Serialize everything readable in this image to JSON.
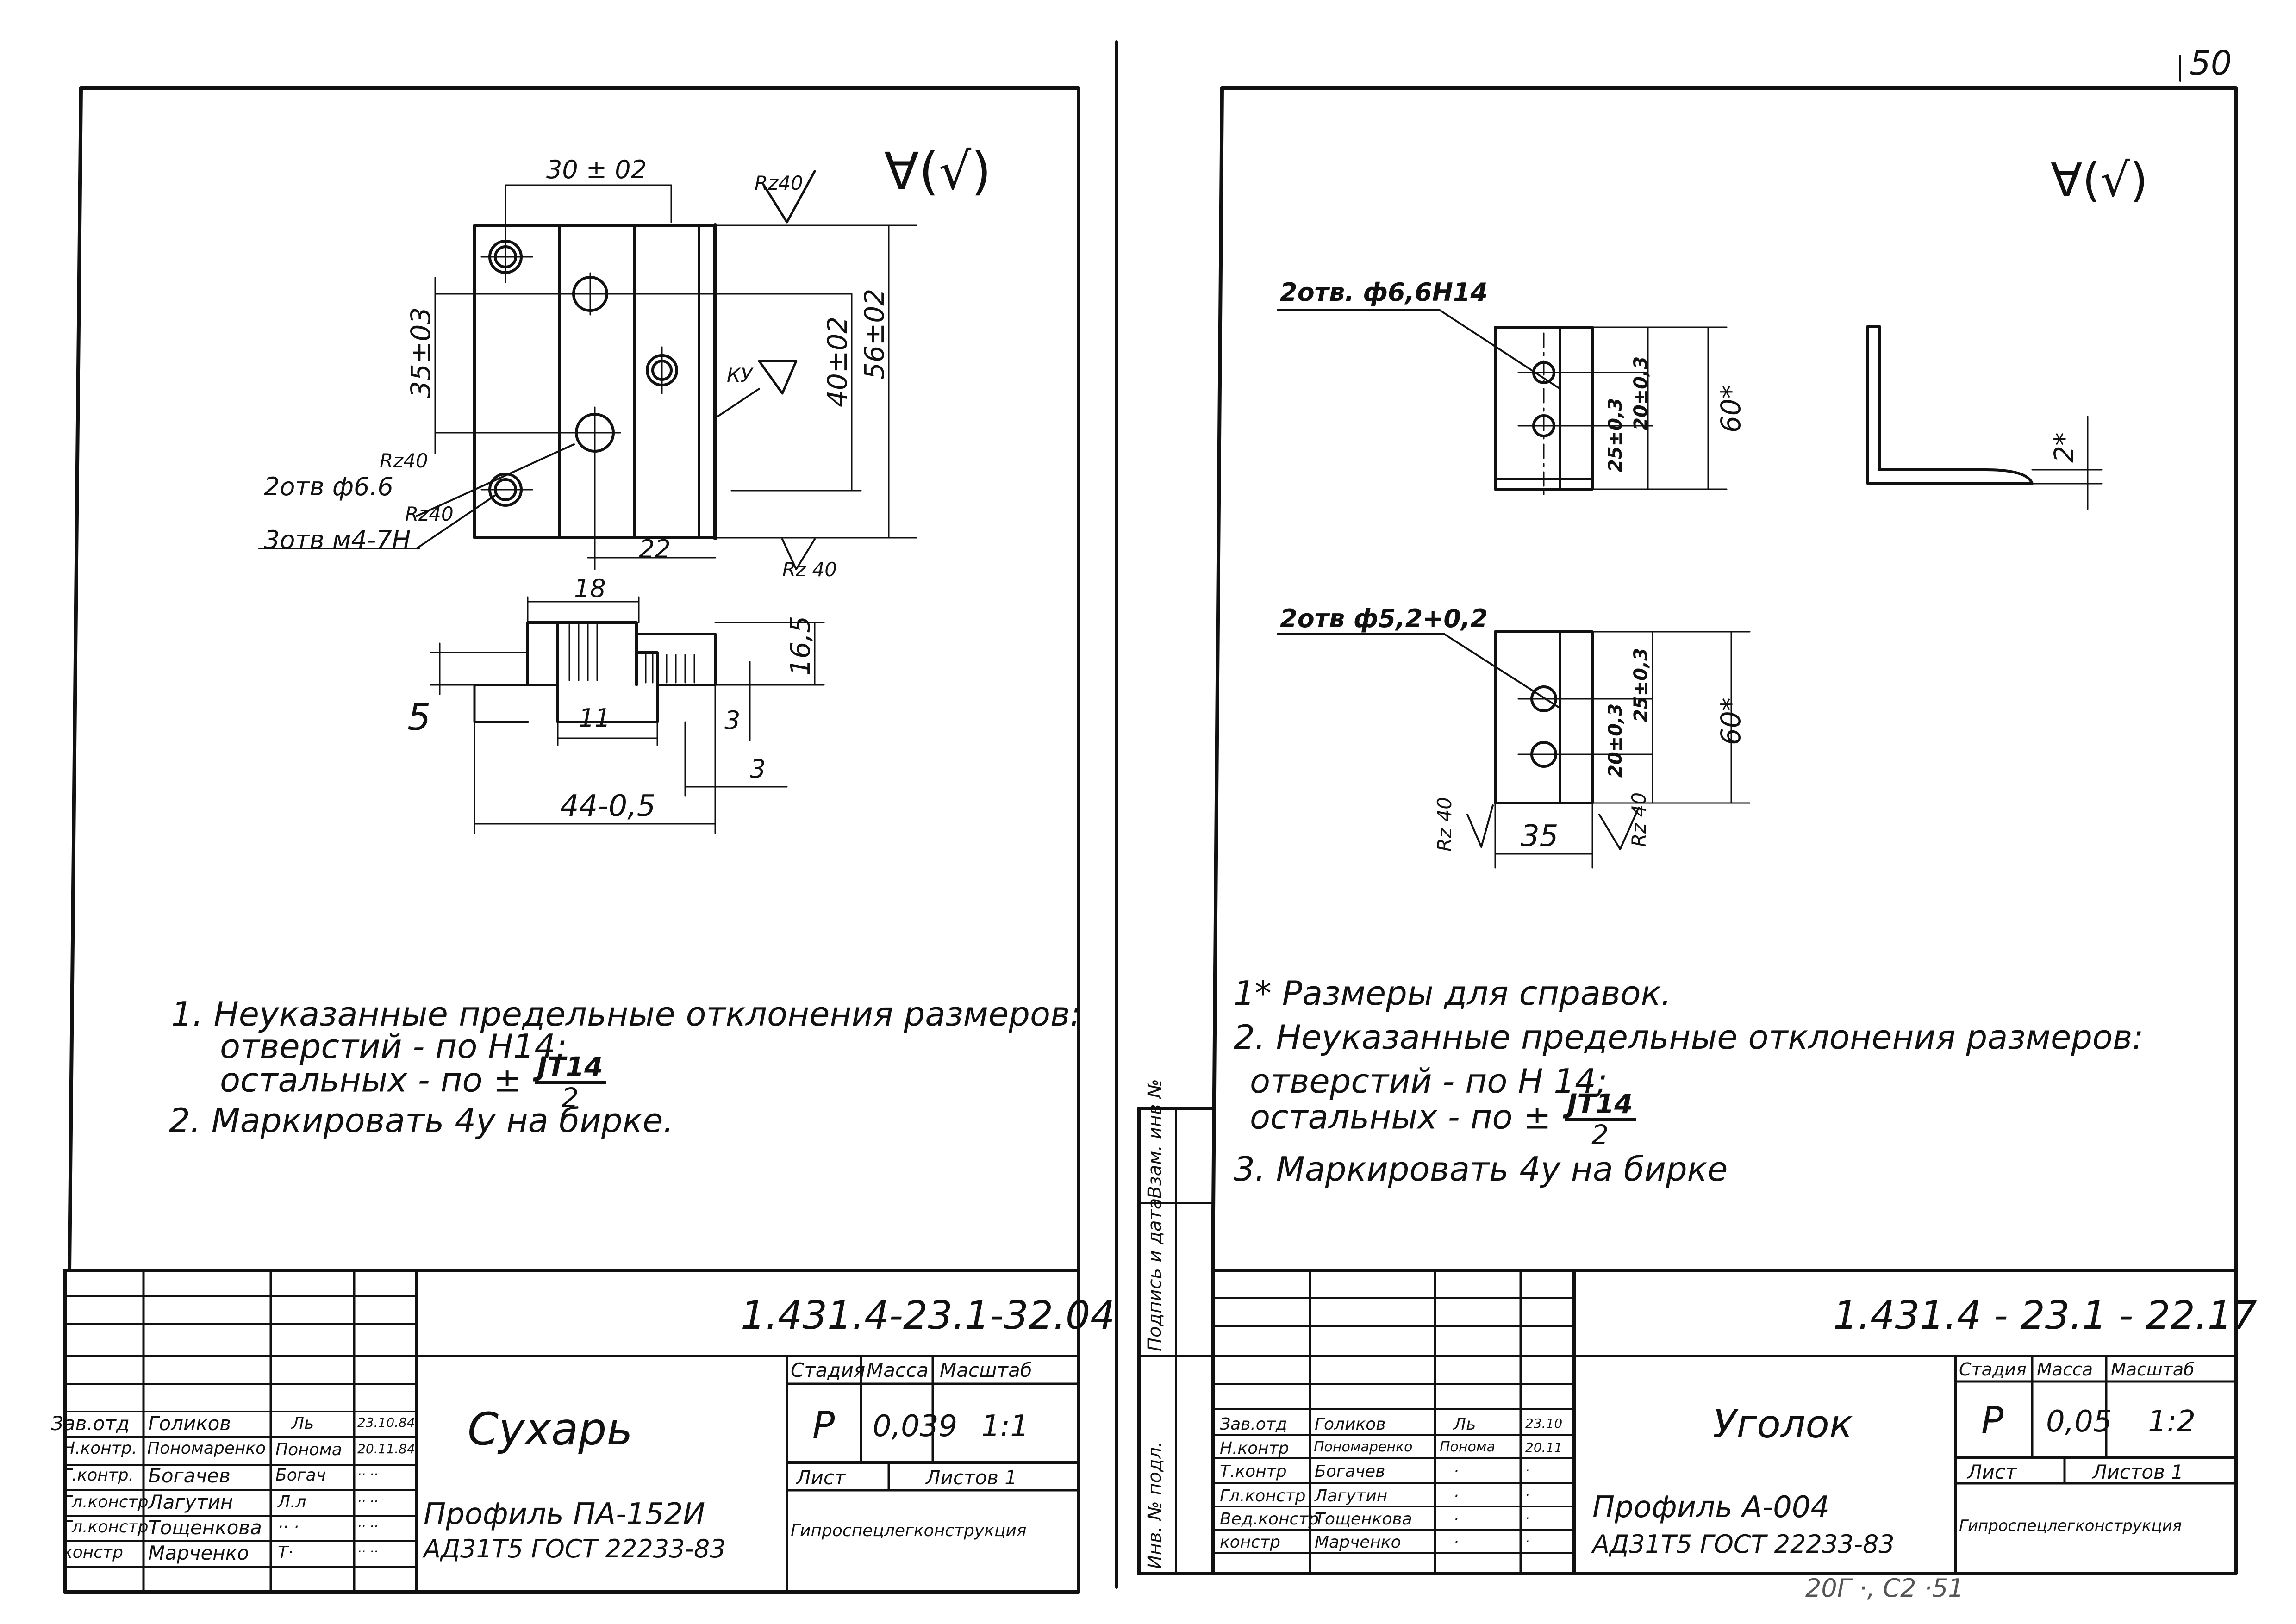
{
  "page_number": "50",
  "left_sheet": {
    "roughness_symbol": "∀(√)",
    "dims": {
      "top_width": "30 ± 02",
      "rz_top": "Rz40",
      "dim_35": "35±03",
      "dim_40": "40±02",
      "dim_56": "56±02",
      "rz_left1": "Rz40",
      "rz_left2": "Rz40",
      "holes_66": "2отв ф6.6",
      "holes_m4": "3отв м4-7Н",
      "ku_mark": "КУ",
      "dim_22": "22",
      "rz_bottom": "Rz 40",
      "dim_18": "18",
      "dim_16_5": "16,5",
      "dim_5": "5",
      "dim_11": "11",
      "dim_3a": "3",
      "dim_3b": "3",
      "dim_44": "44-0,5"
    },
    "notes": {
      "n1_line1": "1.  Неуказанные   предельные   отклонения  размеров:",
      "n1_line2": "отверстий  -  по  Н14;",
      "n1_line3_prefix": "остальных   -  по ±",
      "frac_num": "JT14",
      "frac_den": "2",
      "n2": "2.  Маркировать  4у  на  бирке."
    },
    "title_block": {
      "doc_code": "1.431.4-23.1-32.04",
      "name": "Сухарь",
      "head_stage": "Стадия",
      "head_mass": "Масса",
      "head_scale": "Масштаб",
      "stage": "Р",
      "mass": "0,039",
      "scale": "1:1",
      "sheet_label": "Лист",
      "sheets_label": "Листов 1",
      "profile": "Профиль  ПА-152И",
      "material": "АД31Т5   ГОСТ 22233-83",
      "org": "Гипроспецлегконструкция",
      "roles": [
        "Зав.отд",
        "Н.контр.",
        "Г.контр.",
        "Гл.констр",
        "Гл.констр",
        "констр"
      ],
      "names": [
        "Голиков",
        "Пономаренко",
        "Богачев",
        "Лагутин",
        "Тощенкова",
        "Марченко"
      ],
      "sigs": [
        "Ль",
        "Понома",
        "Богач",
        "Л.л",
        "·· ·",
        "Т·"
      ],
      "dates": [
        "23.10.84",
        "20.11.84",
        "·· ··",
        "·· ··",
        "·· ··",
        "·· ··"
      ]
    }
  },
  "right_sheet": {
    "roughness_symbol": "∀(√)",
    "dims": {
      "holes_top": "2отв. ф6,6Н14",
      "dim_20_top": "25±0,3",
      "dim_25_top": "20±0,3",
      "dim_60_top": "60*",
      "dim_2": "2*",
      "holes_bottom": "2отв ф5,2+0,2",
      "dim_20_bot": "20±0,3",
      "dim_25_bot": "25±0,3",
      "dim_60_bot": "60*",
      "rz_left": "Rz 40",
      "rz_right": "Rz 40",
      "dim_35": "35"
    },
    "notes": {
      "n1": "1* Размеры  для   справок.",
      "n2": "2. Неуказанные  предельные   отклонения  размеров:",
      "n2_line2": "отверстий  -  по  Н 14;",
      "n2_line3_prefix": "остальных   -  по ±",
      "frac_num": "JT14",
      "frac_den": "2",
      "n3": "3. Маркировать  4у  на  бирке"
    },
    "side_strip": [
      "Взам. инв №",
      "Подпись и дата",
      "Инв. № подл."
    ],
    "title_block": {
      "doc_code": "1.431.4 - 23.1 - 22.17",
      "name": "Уголок",
      "head_stage": "Стадия",
      "head_mass": "Масса",
      "head_scale": "Масштаб",
      "stage": "Р",
      "mass": "0,05",
      "scale": "1:2",
      "sheet_label": "Лист",
      "sheets_label": "Листов 1",
      "profile": "Профиль    А-004",
      "material": "АД31Т5   ГОСТ 22233-83",
      "org": "Гипроспецлегконструкция",
      "roles": [
        "Зав.отд",
        "Н.контр",
        "Т.контр",
        "Гл.констр",
        "Вед.констр",
        "констр"
      ],
      "names": [
        "Голиков",
        "Пономаренко",
        "Богачев",
        "Лагутин",
        "Тощенкова",
        "Марченко"
      ],
      "sigs": [
        "Ль",
        "Понома",
        "·",
        "·",
        "·",
        "·"
      ],
      "dates": [
        "23.10",
        "20.11",
        "·",
        "·",
        "·",
        "·"
      ],
      "footer_stamp": "20Г ·,  С2  ·51"
    }
  }
}
